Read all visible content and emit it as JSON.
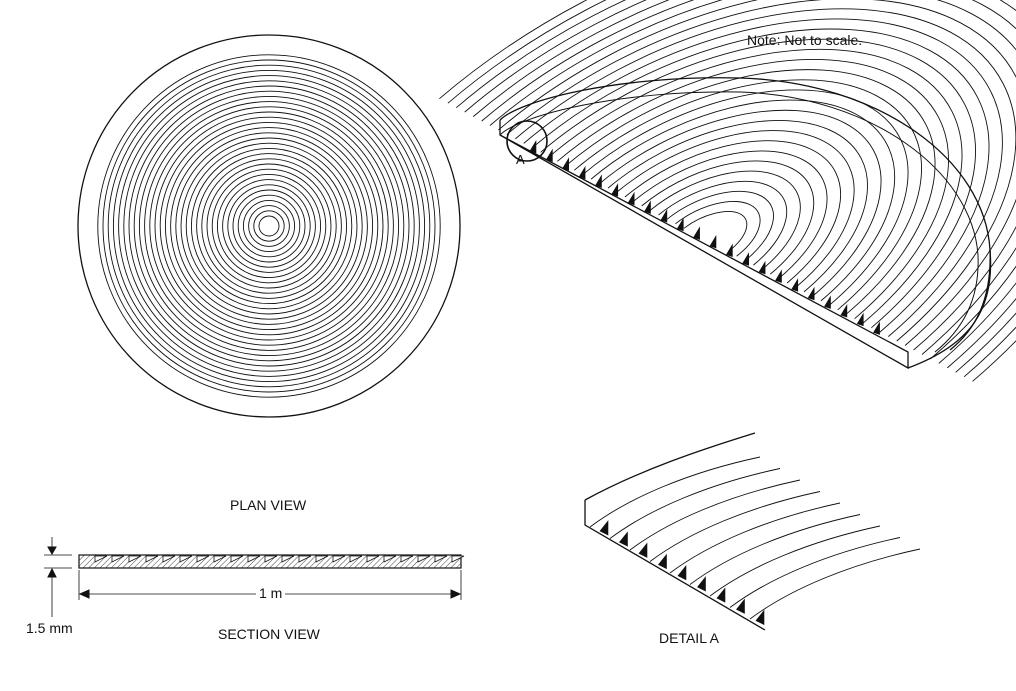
{
  "note": "Note: Not to scale.",
  "views": {
    "plan": "PLAN VIEW",
    "section": "SECTION VIEW",
    "detail": "DETAIL A"
  },
  "dimensions": {
    "thickness": "1.5 mm",
    "length": "1 m"
  },
  "callout": "A",
  "colors": {
    "line": "#111111",
    "background": "#ffffff"
  }
}
